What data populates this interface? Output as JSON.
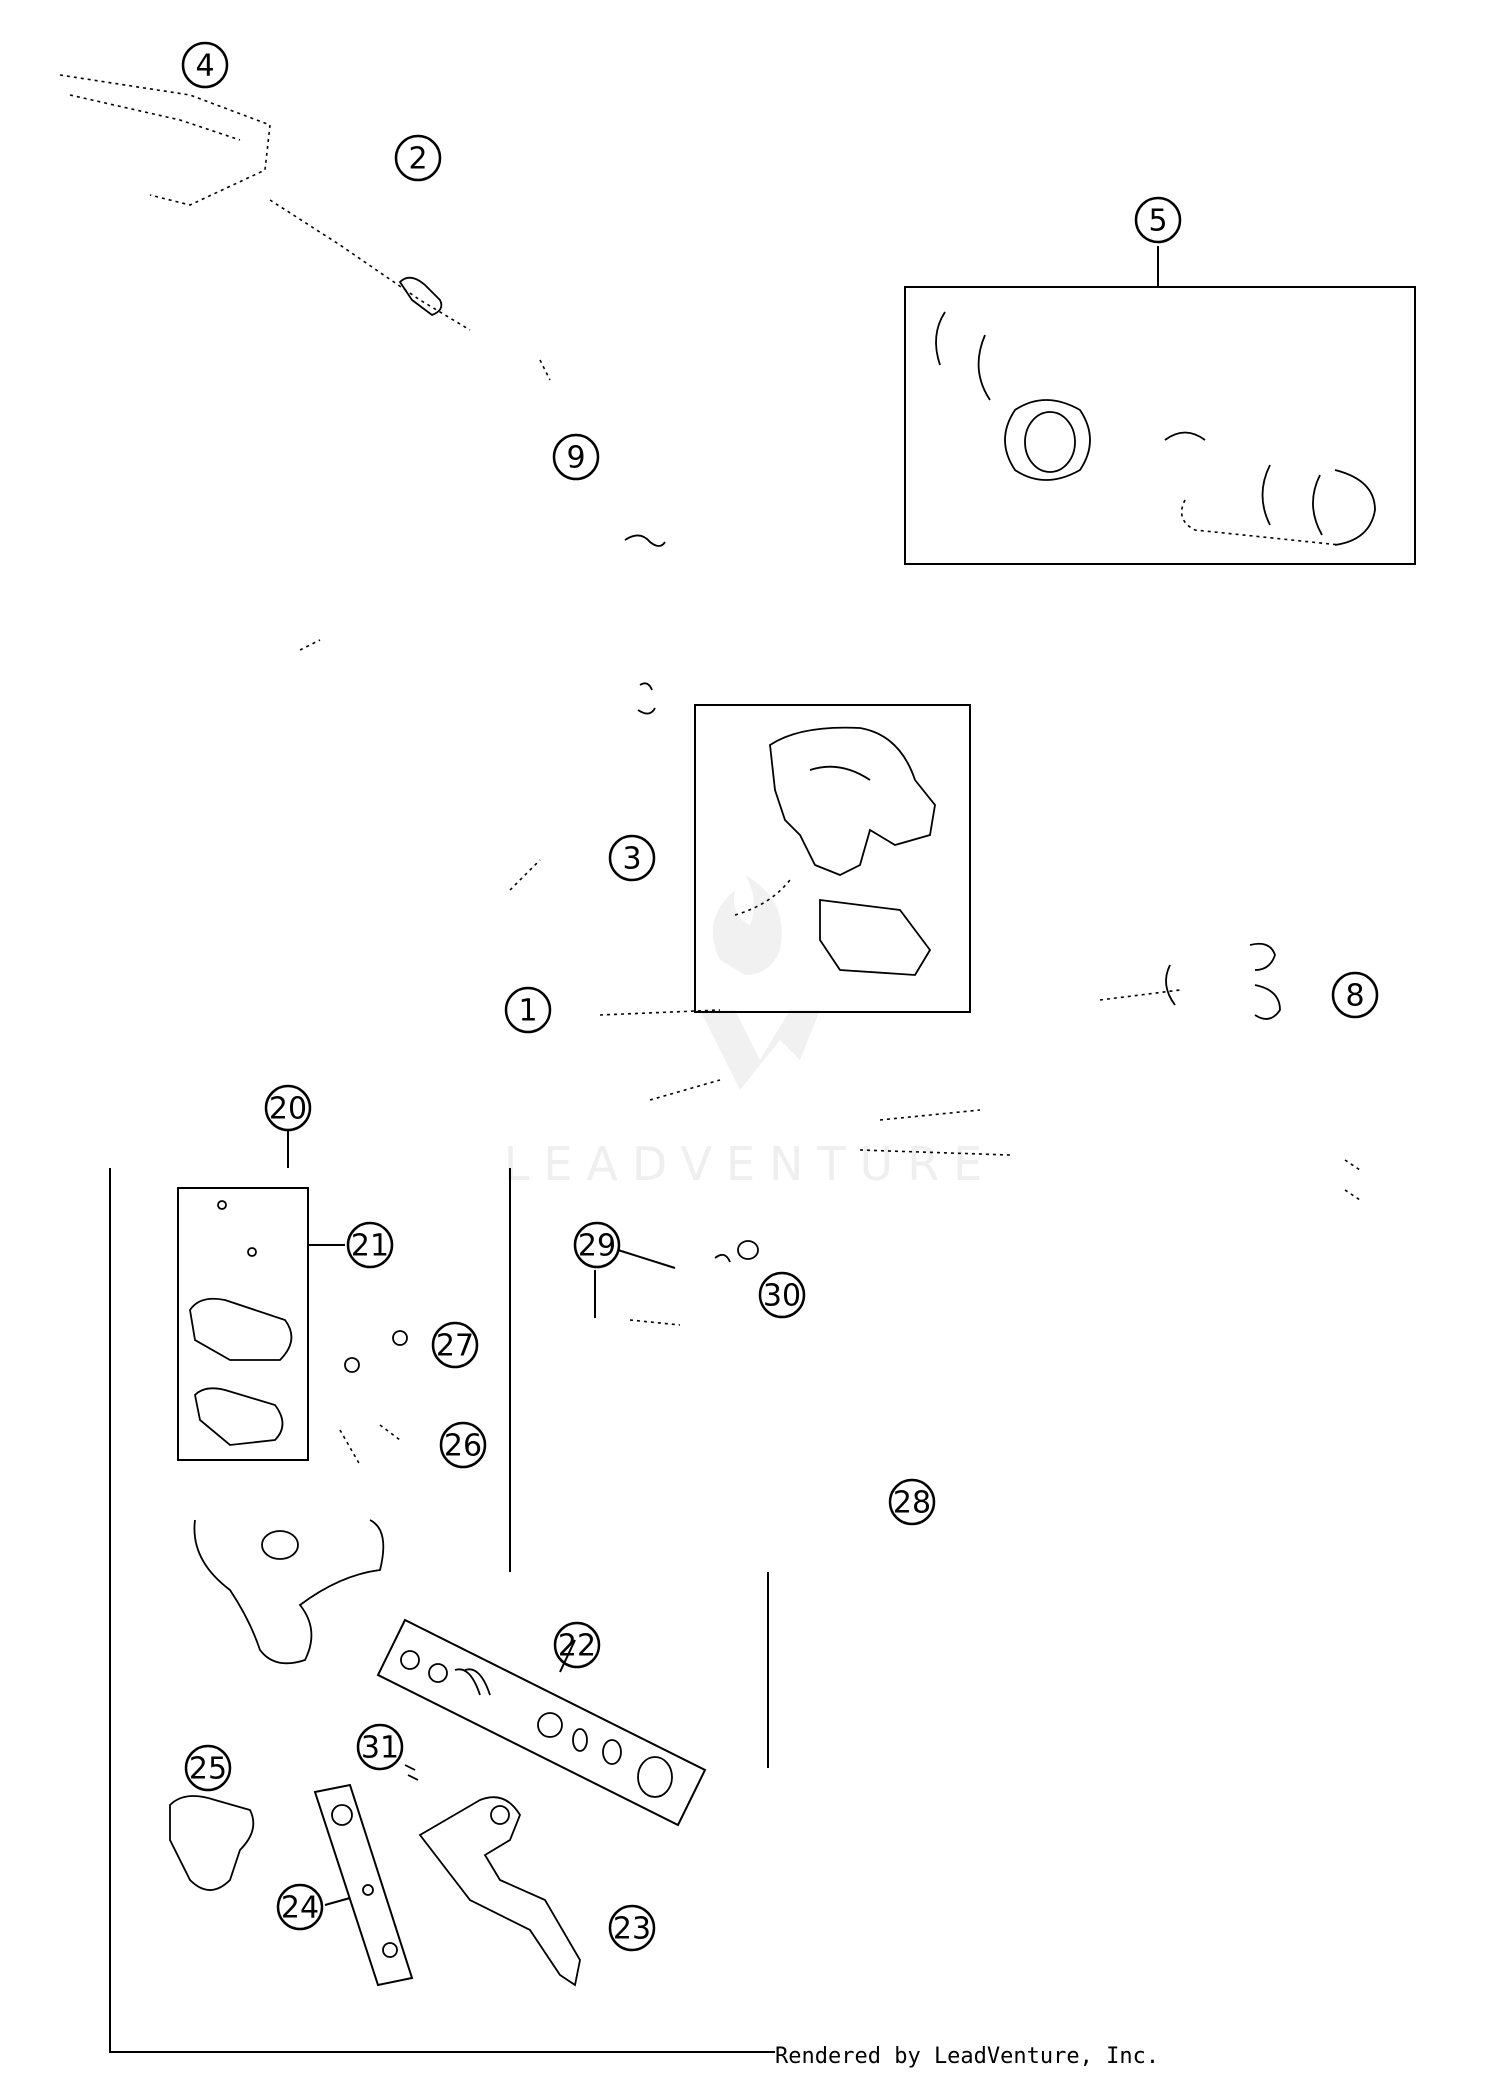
{
  "callouts": [
    {
      "id": "c4",
      "label": "4"
    },
    {
      "id": "c2",
      "label": "2"
    },
    {
      "id": "c5",
      "label": "5"
    },
    {
      "id": "c9",
      "label": "9"
    },
    {
      "id": "c3",
      "label": "3"
    },
    {
      "id": "c1",
      "label": "1"
    },
    {
      "id": "c8",
      "label": "8"
    },
    {
      "id": "c20",
      "label": "20"
    },
    {
      "id": "c21",
      "label": "21"
    },
    {
      "id": "c27",
      "label": "27"
    },
    {
      "id": "c26",
      "label": "26"
    },
    {
      "id": "c29",
      "label": "29"
    },
    {
      "id": "c30",
      "label": "30"
    },
    {
      "id": "c28",
      "label": "28"
    },
    {
      "id": "c22",
      "label": "22"
    },
    {
      "id": "c31",
      "label": "31"
    },
    {
      "id": "c25",
      "label": "25"
    },
    {
      "id": "c24",
      "label": "24"
    },
    {
      "id": "c23",
      "label": "23"
    }
  ],
  "watermark": {
    "text": "LEADVENTURE"
  },
  "footer": {
    "credit": "Rendered by LeadVenture, Inc."
  }
}
